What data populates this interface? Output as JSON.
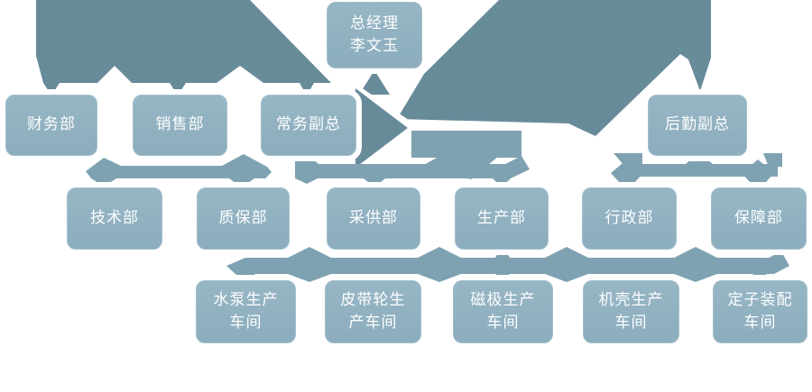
{
  "org": {
    "root": {
      "label": "总经理\n李文玉"
    },
    "level2": [
      {
        "label": "财务部"
      },
      {
        "label": "销售部"
      },
      {
        "label": "常务副总"
      },
      {
        "label": "后勤副总"
      }
    ],
    "level3": [
      {
        "label": "技术部"
      },
      {
        "label": "质保部"
      },
      {
        "label": "采供部"
      },
      {
        "label": "生产部"
      },
      {
        "label": "行政部"
      },
      {
        "label": "保障部"
      }
    ],
    "level4": [
      {
        "label": "水泵生产\n车间"
      },
      {
        "label": "皮带轮生\n产车间"
      },
      {
        "label": "磁极生产\n车间"
      },
      {
        "label": "机壳生产\n车间"
      },
      {
        "label": "定子装配\n车间"
      }
    ]
  },
  "colors": {
    "node_fill": "#8fb1c2",
    "connector_dark": "#688b9a",
    "connector_medium": "#7fa2b2",
    "node_text": "#ffffff",
    "background": "#ffffff"
  }
}
